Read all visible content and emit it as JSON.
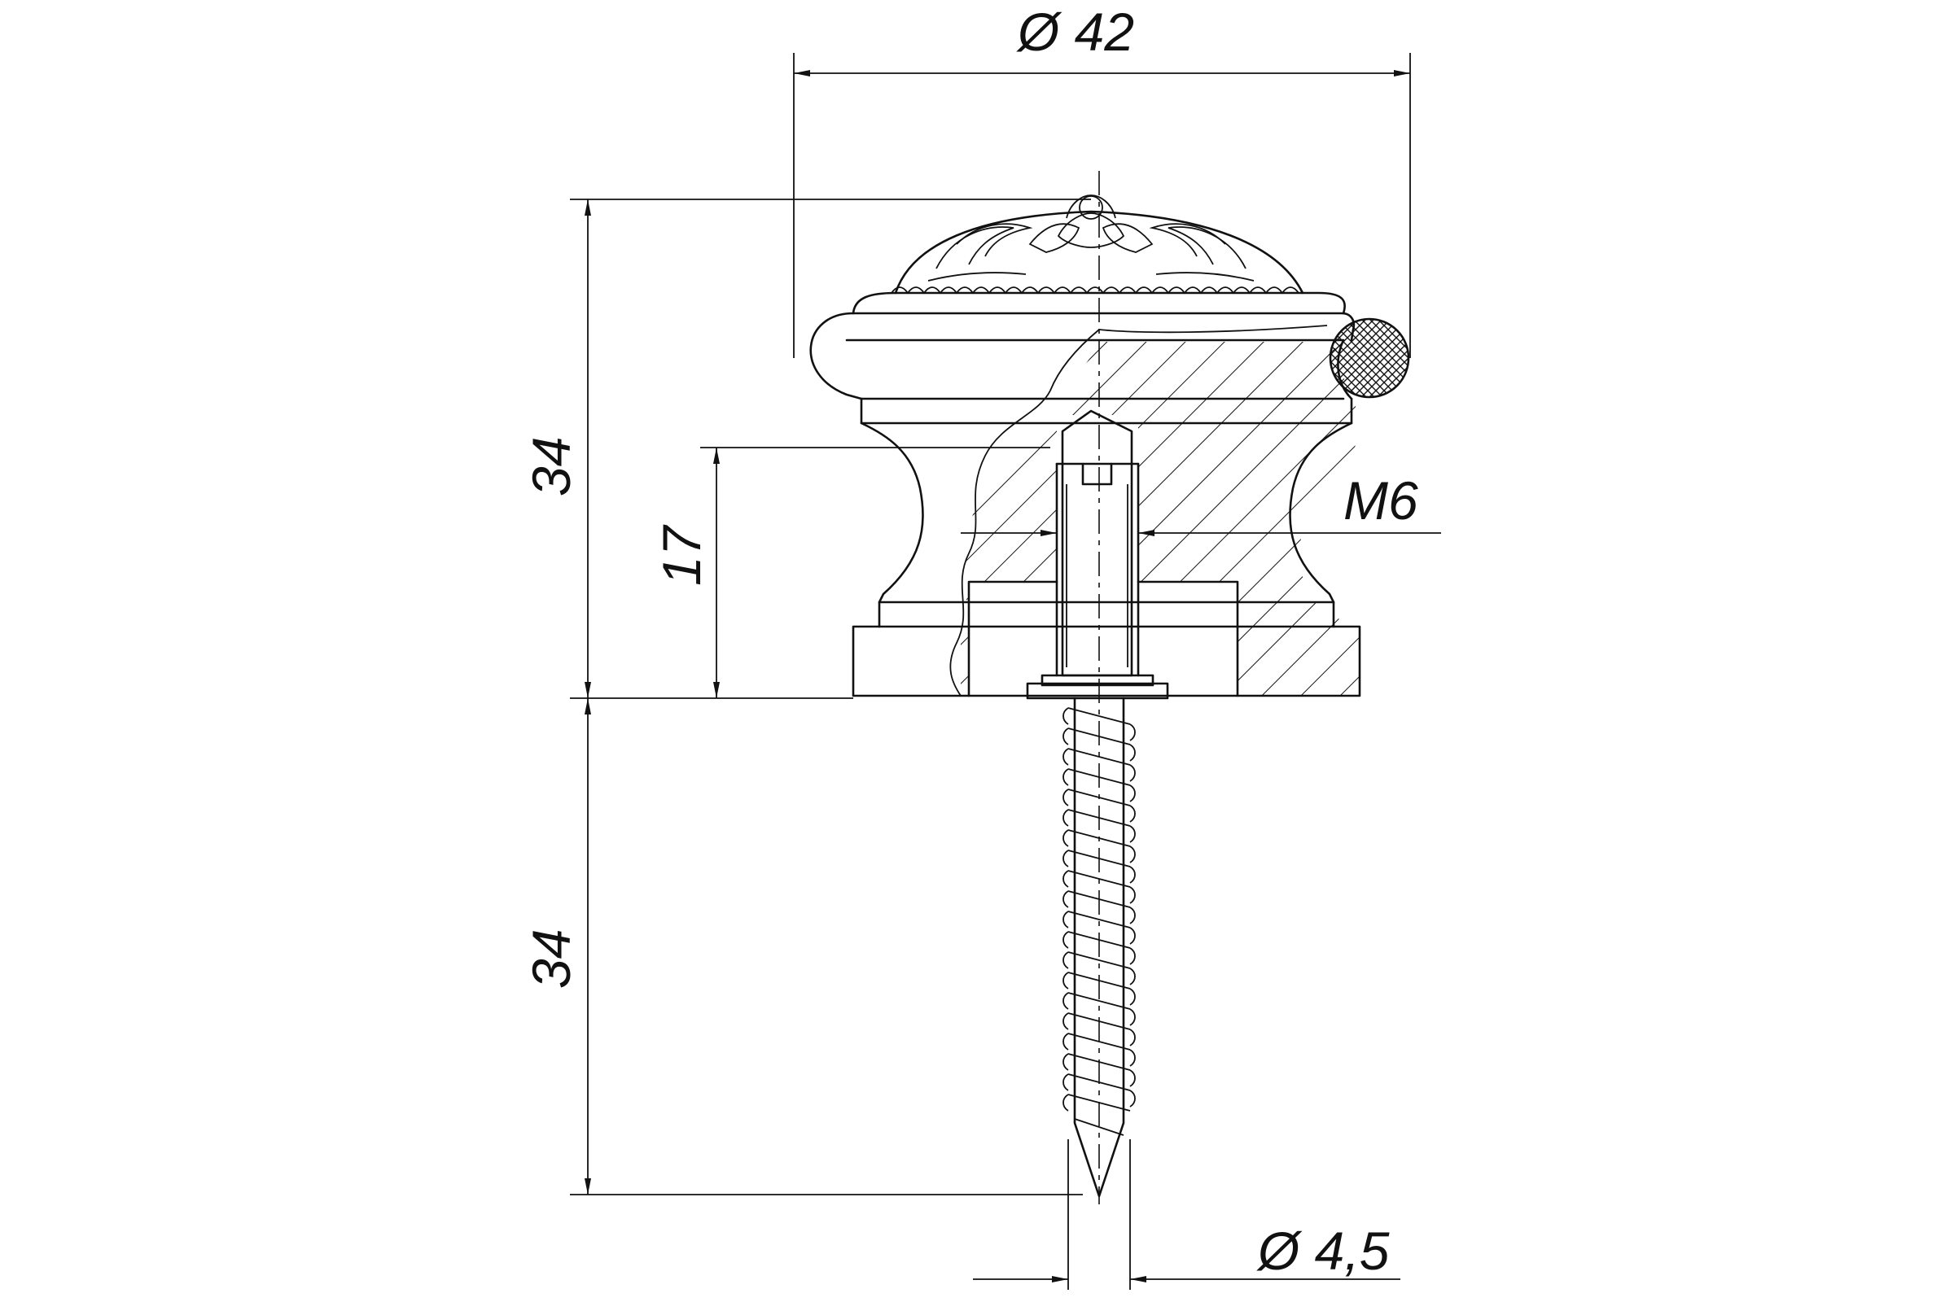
{
  "dimensions": {
    "diameter_top": "Ø 42",
    "height_knob": "34",
    "height_thread": "17",
    "thread": "M6",
    "screw_length": "34",
    "screw_diameter": "Ø 4,5"
  }
}
